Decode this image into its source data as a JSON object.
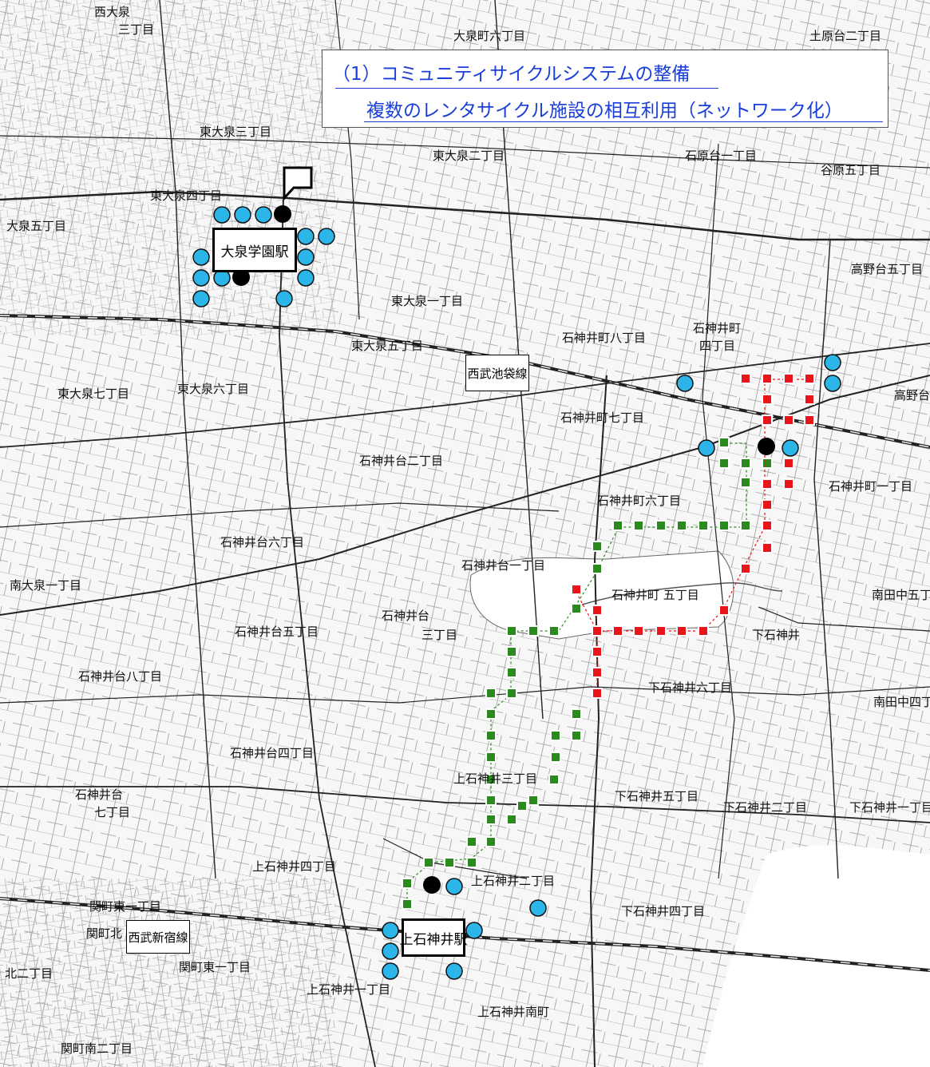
{
  "title": {
    "line1": "（1）コミュニティサイクルシステムの整備",
    "line2": "複数のレンタサイクル施設の相互利用（ネットワーク化）"
  },
  "stations": {
    "oizumi": "大泉学園駅",
    "kamishakujii": "上石神井駅"
  },
  "lines": {
    "ikebukuro": "西武池袋線",
    "shinjuku": "西武新宿線"
  },
  "places": [
    "西大泉",
    "三丁目",
    "大泉町六丁目",
    "土原台二丁目",
    "東大泉三丁目",
    "東大泉二丁目",
    "石原台一丁目",
    "谷原五丁目",
    "東大泉四丁目",
    "大泉五丁目",
    "高野台五丁目",
    "東大泉一丁目",
    "石神井町八丁目",
    "石神井町",
    "四丁目",
    "東大泉五丁目",
    "東大泉七丁目",
    "東大泉六丁目",
    "石神井町七丁目",
    "石神井台二丁目",
    "石神井町一丁目",
    "石神井町六丁目",
    "石神井台六丁目",
    "石神井台一丁目",
    "南大泉一丁目",
    "石神井町 五丁目",
    "南田中五丁目",
    "石神井台",
    "三丁目",
    "石神井台五丁目",
    "下石神井",
    "石神井台八丁目",
    "下石神井六丁目",
    "南田中四丁目",
    "石神井台四丁目",
    "上石神井三丁目",
    "石神井台",
    "七丁目",
    "下石神井五丁目",
    "下石神井二丁目",
    "下石神井一丁目",
    "上石神井四丁目",
    "上石神井二丁目",
    "関町東一丁目",
    "下石神井四丁目",
    "関町北",
    "北二丁目",
    "関町東一丁目",
    "上石神井一丁目",
    "上石神井南町",
    "関町南二丁目",
    "高野台",
    "西武新宿線"
  ],
  "colors": {
    "title_text": "#1a3fd8",
    "blue_marker": "#2bb5e8",
    "black_marker": "#000000",
    "red_route": "#e8161a",
    "green_route": "#2a8a1e"
  }
}
